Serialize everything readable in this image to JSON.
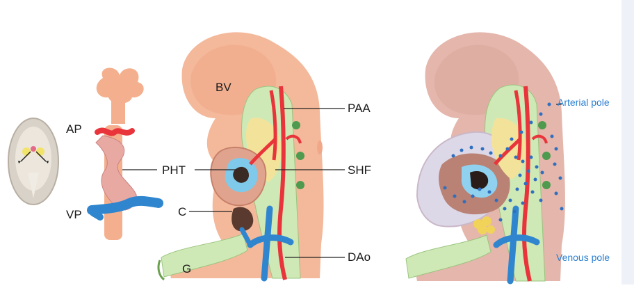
{
  "labels": {
    "ap": "AP",
    "vp": "VP",
    "pht": "PHT",
    "bv": "BV",
    "c": "C",
    "g": "G",
    "paa": "PAA",
    "shf": "SHF",
    "dao": "DAo",
    "arterial_pole": "Arterial pole",
    "venous_pole": "Venous  pole"
  },
  "colors": {
    "embryo_skin": "#f4b89a",
    "heart_pink": "#e9a9a3",
    "mesoderm_green": "#cfe9b6",
    "yellow": "#f3e39a",
    "artery_red": "#e8343a",
    "vein_blue": "#2f86cf",
    "label_blue": "#2a7fd0"
  }
}
